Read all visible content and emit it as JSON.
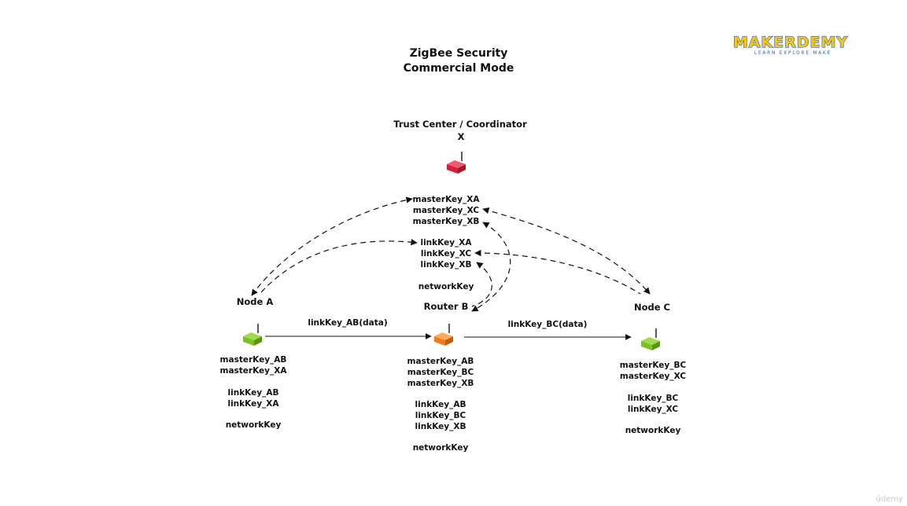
{
  "title": [
    "ZigBee Security",
    "Commercial Mode"
  ],
  "logo": {
    "text": "MAKERDEMY",
    "tagline": "LEARN EXPLORE MAKE"
  },
  "watermark": "ūdemy",
  "colors": {
    "coordinator": "#e0304a",
    "router": "#f07a1a",
    "end_device": "#7cc022",
    "logo_blue": "#2a61b5",
    "logo_yellow": "#f5c518"
  },
  "trust_center": {
    "title": "Trust Center / Coordinator",
    "id": "X",
    "device_icon": "router-device-icon",
    "master_keys": [
      "masterKey_XA",
      "masterKey_XC",
      "masterKey_XB"
    ],
    "link_keys": [
      "linkKey_XA",
      "linkKey_XC",
      "linkKey_XB"
    ],
    "network_key": "networkKey"
  },
  "nodes": {
    "a": {
      "label": "Node A",
      "master_keys": [
        "masterKey_AB",
        "masterKey_XA"
      ],
      "link_keys": [
        "linkKey_AB",
        "linkKey_XA"
      ],
      "network_key": "networkKey"
    },
    "b": {
      "label": "Router B",
      "master_keys": [
        "masterKey_AB",
        "masterKey_BC",
        "masterKey_XB"
      ],
      "link_keys": [
        "linkKey_AB",
        "linkKey_BC",
        "linkKey_XB"
      ],
      "network_key": "networkKey"
    },
    "c": {
      "label": "Node C",
      "master_keys": [
        "masterKey_BC",
        "masterKey_XC"
      ],
      "link_keys": [
        "linkKey_BC",
        "linkKey_XC"
      ],
      "network_key": "networkKey"
    }
  },
  "links": {
    "ab": "linkKey_AB(data)",
    "bc": "linkKey_BC(data)"
  }
}
